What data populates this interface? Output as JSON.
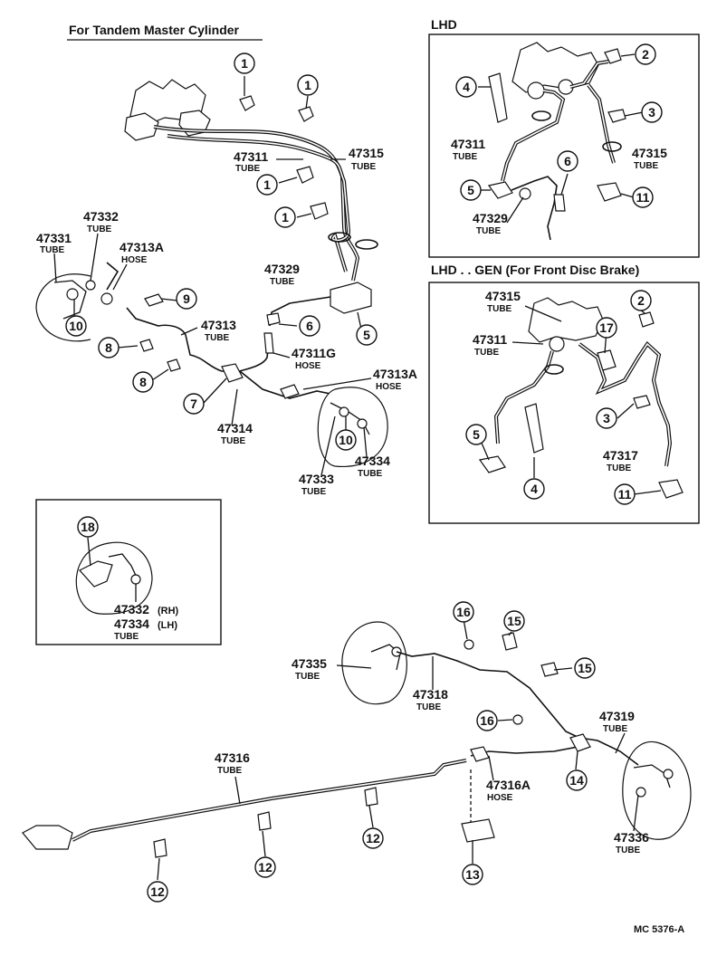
{
  "headers": {
    "tandem": "For Tandem Master Cylinder",
    "lhd": "LHD",
    "lhd_gen": "LHD . . GEN (For Front Disc Brake)"
  },
  "ref_code": "MC 5376-A",
  "labels": {
    "p47311_main": "47311",
    "p47311_main_t": "TUBE",
    "p47315_main": "47315",
    "p47315_main_t": "TUBE",
    "p47332": "47332",
    "p47332_t": "TUBE",
    "p47331": "47331",
    "p47331_t": "TUBE",
    "p47313a": "47313A",
    "p47313a_t": "HOSE",
    "p47329": "47329",
    "p47329_t": "TUBE",
    "p47313": "47313",
    "p47313_t": "TUBE",
    "p47311g": "47311G",
    "p47311g_t": "HOSE",
    "p47313a2": "47313A",
    "p47313a2_t": "HOSE",
    "p47314": "47314",
    "p47314_t": "TUBE",
    "p47334": "47334",
    "p47334_t": "TUBE",
    "p47333": "47333",
    "p47333_t": "TUBE",
    "lhd_47311": "47311",
    "lhd_47311_t": "TUBE",
    "lhd_47315": "47315",
    "lhd_47315_t": "TUBE",
    "lhd_47329": "47329",
    "lhd_47329_t": "TUBE",
    "gen_47315": "47315",
    "gen_47315_t": "TUBE",
    "gen_47311": "47311",
    "gen_47311_t": "TUBE",
    "gen_47317": "47317",
    "gen_47317_t": "TUBE",
    "inset_47332": "47332",
    "inset_rh": "(RH)",
    "inset_47334": "47334",
    "inset_lh": "(LH)",
    "inset_t": "TUBE",
    "p47335": "47335",
    "p47335_t": "TUBE",
    "p47318": "47318",
    "p47318_t": "TUBE",
    "p47319": "47319",
    "p47319_t": "TUBE",
    "p47316": "47316",
    "p47316_t": "TUBE",
    "p47316a": "47316A",
    "p47316a_t": "HOSE",
    "p47336": "47336",
    "p47336_t": "TUBE"
  },
  "callouts": {
    "c1": "1",
    "c2": "2",
    "c3": "3",
    "c4": "4",
    "c5": "5",
    "c6": "6",
    "c7": "7",
    "c8": "8",
    "c9": "9",
    "c10": "10",
    "c11": "11",
    "c12": "12",
    "c13": "13",
    "c14": "14",
    "c15": "15",
    "c16": "16",
    "c17": "17",
    "c18": "18"
  }
}
